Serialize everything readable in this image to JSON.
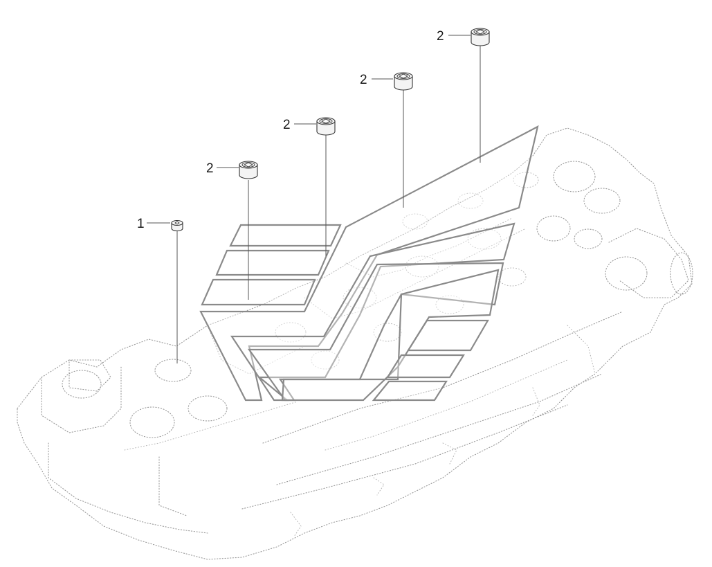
{
  "callouts": [
    {
      "label": "1",
      "part": "small-plug"
    },
    {
      "label": "2",
      "part": "plug"
    },
    {
      "label": "2",
      "part": "plug"
    },
    {
      "label": "2",
      "part": "plug"
    },
    {
      "label": "2",
      "part": "plug"
    }
  ]
}
